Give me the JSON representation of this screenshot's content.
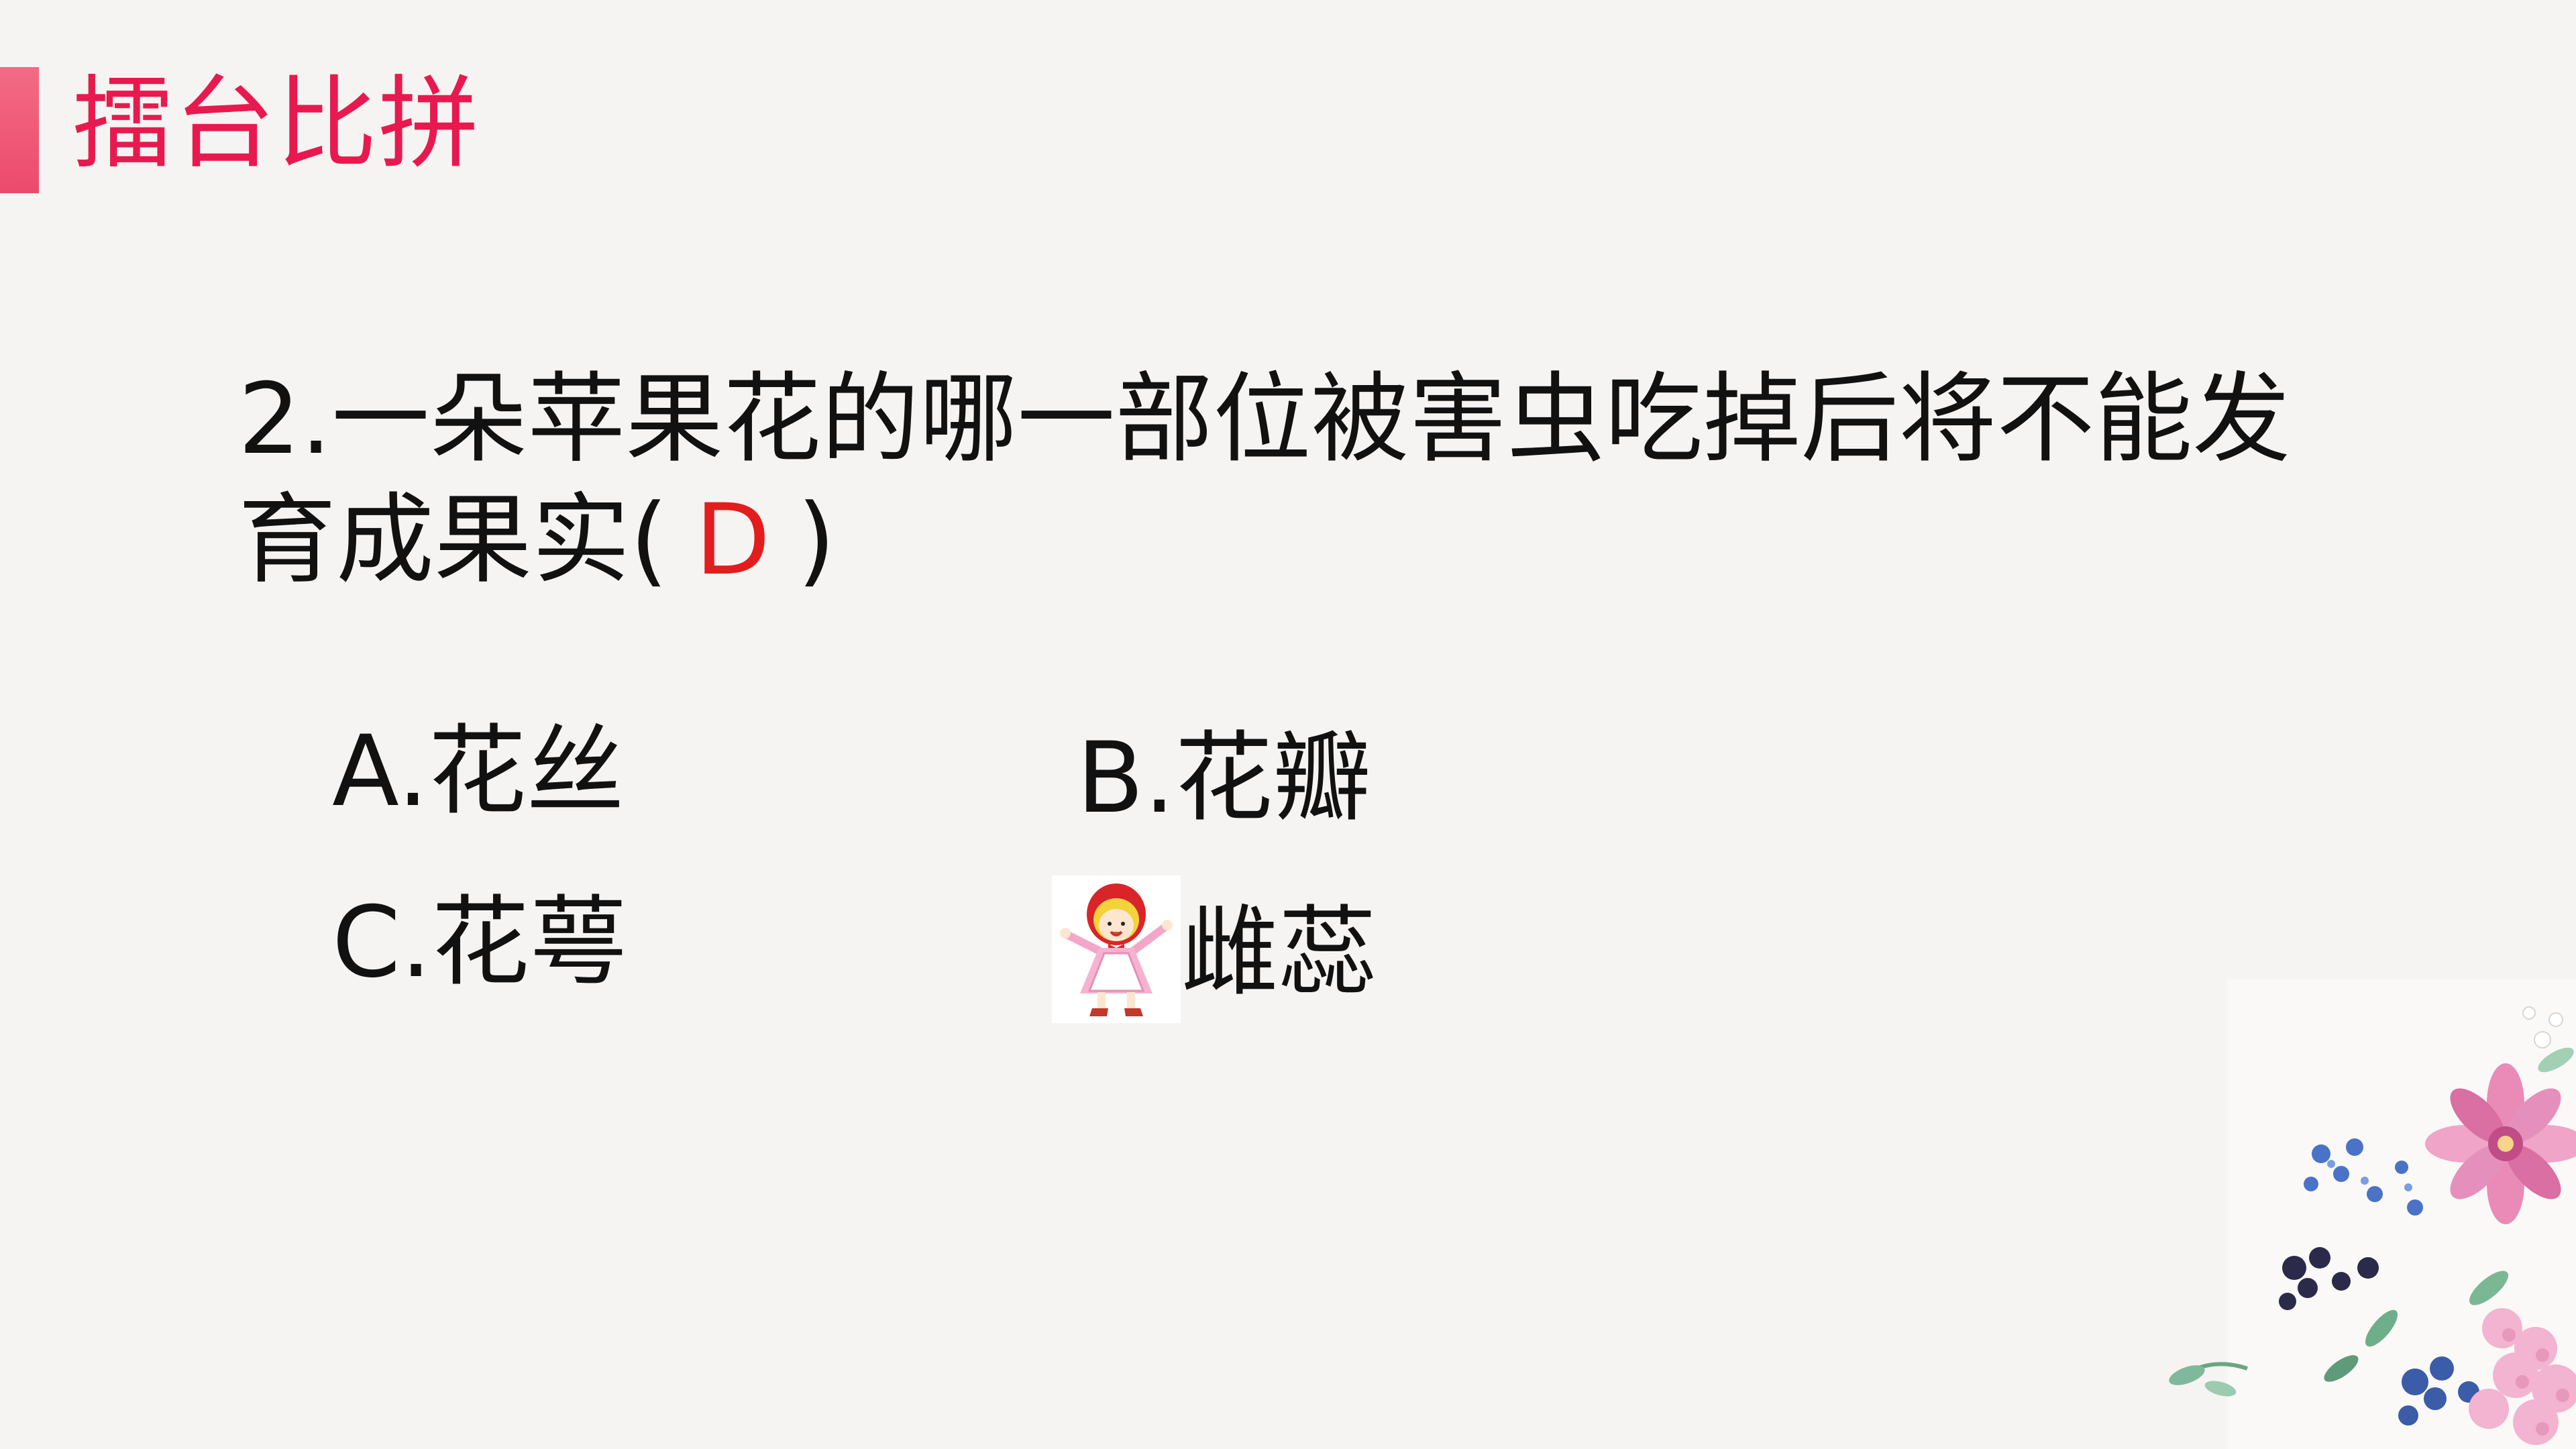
{
  "header": {
    "title": "擂台比拼"
  },
  "question": {
    "line1": "2.一朵苹果花的哪一部位被害虫吃掉后将不能发",
    "line2_prefix": "育成果实(",
    "answer": "D",
    "line2_suffix": ")"
  },
  "options": {
    "a": "A.花丝",
    "b": "B.花瓣",
    "c": "C.花萼",
    "d": "雌蕊"
  },
  "colors": {
    "title": "#e8194f",
    "accent_bar": "#ec4a6d",
    "answer": "#e31d1d",
    "background": "#f5f4f2"
  },
  "decorations": {
    "mascot_icon": "cartoon-girl-red-hood",
    "corner_icon": "flower-bouquet"
  }
}
